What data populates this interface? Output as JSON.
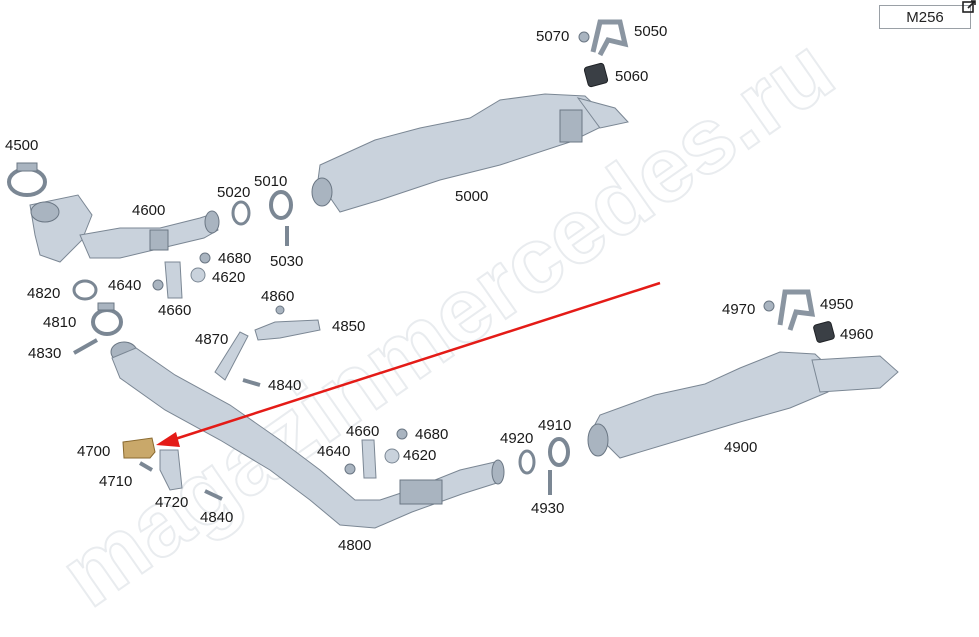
{
  "watermark": "magazinmercedes.ru",
  "model": "M256",
  "icons": {
    "edit": "edit-external-icon"
  },
  "colors": {
    "highlight": "#c9a86a",
    "arrow": "#e41b17",
    "part": "#c9d2dc"
  },
  "labels": {
    "p4500": "4500",
    "p4600": "4600",
    "p4640a": "4640",
    "p4680a": "4680",
    "p4620a": "4620",
    "p4660a": "4660",
    "p4820": "4820",
    "p4810": "4810",
    "p4830": "4830",
    "p5000": "5000",
    "p5010": "5010",
    "p5020": "5020",
    "p5030": "5030",
    "p5050": "5050",
    "p5060": "5060",
    "p5070": "5070",
    "p4860": "4860",
    "p4850": "4850",
    "p4870": "4870",
    "p4840a": "4840",
    "p4700": "4700",
    "p4710": "4710",
    "p4720": "4720",
    "p4840b": "4840",
    "p4660b": "4660",
    "p4640b": "4640",
    "p4680b": "4680",
    "p4620b": "4620",
    "p4800": "4800",
    "p4920": "4920",
    "p4910": "4910",
    "p4930": "4930",
    "p4900": "4900",
    "p4970": "4970",
    "p4950": "4950",
    "p4960": "4960"
  }
}
